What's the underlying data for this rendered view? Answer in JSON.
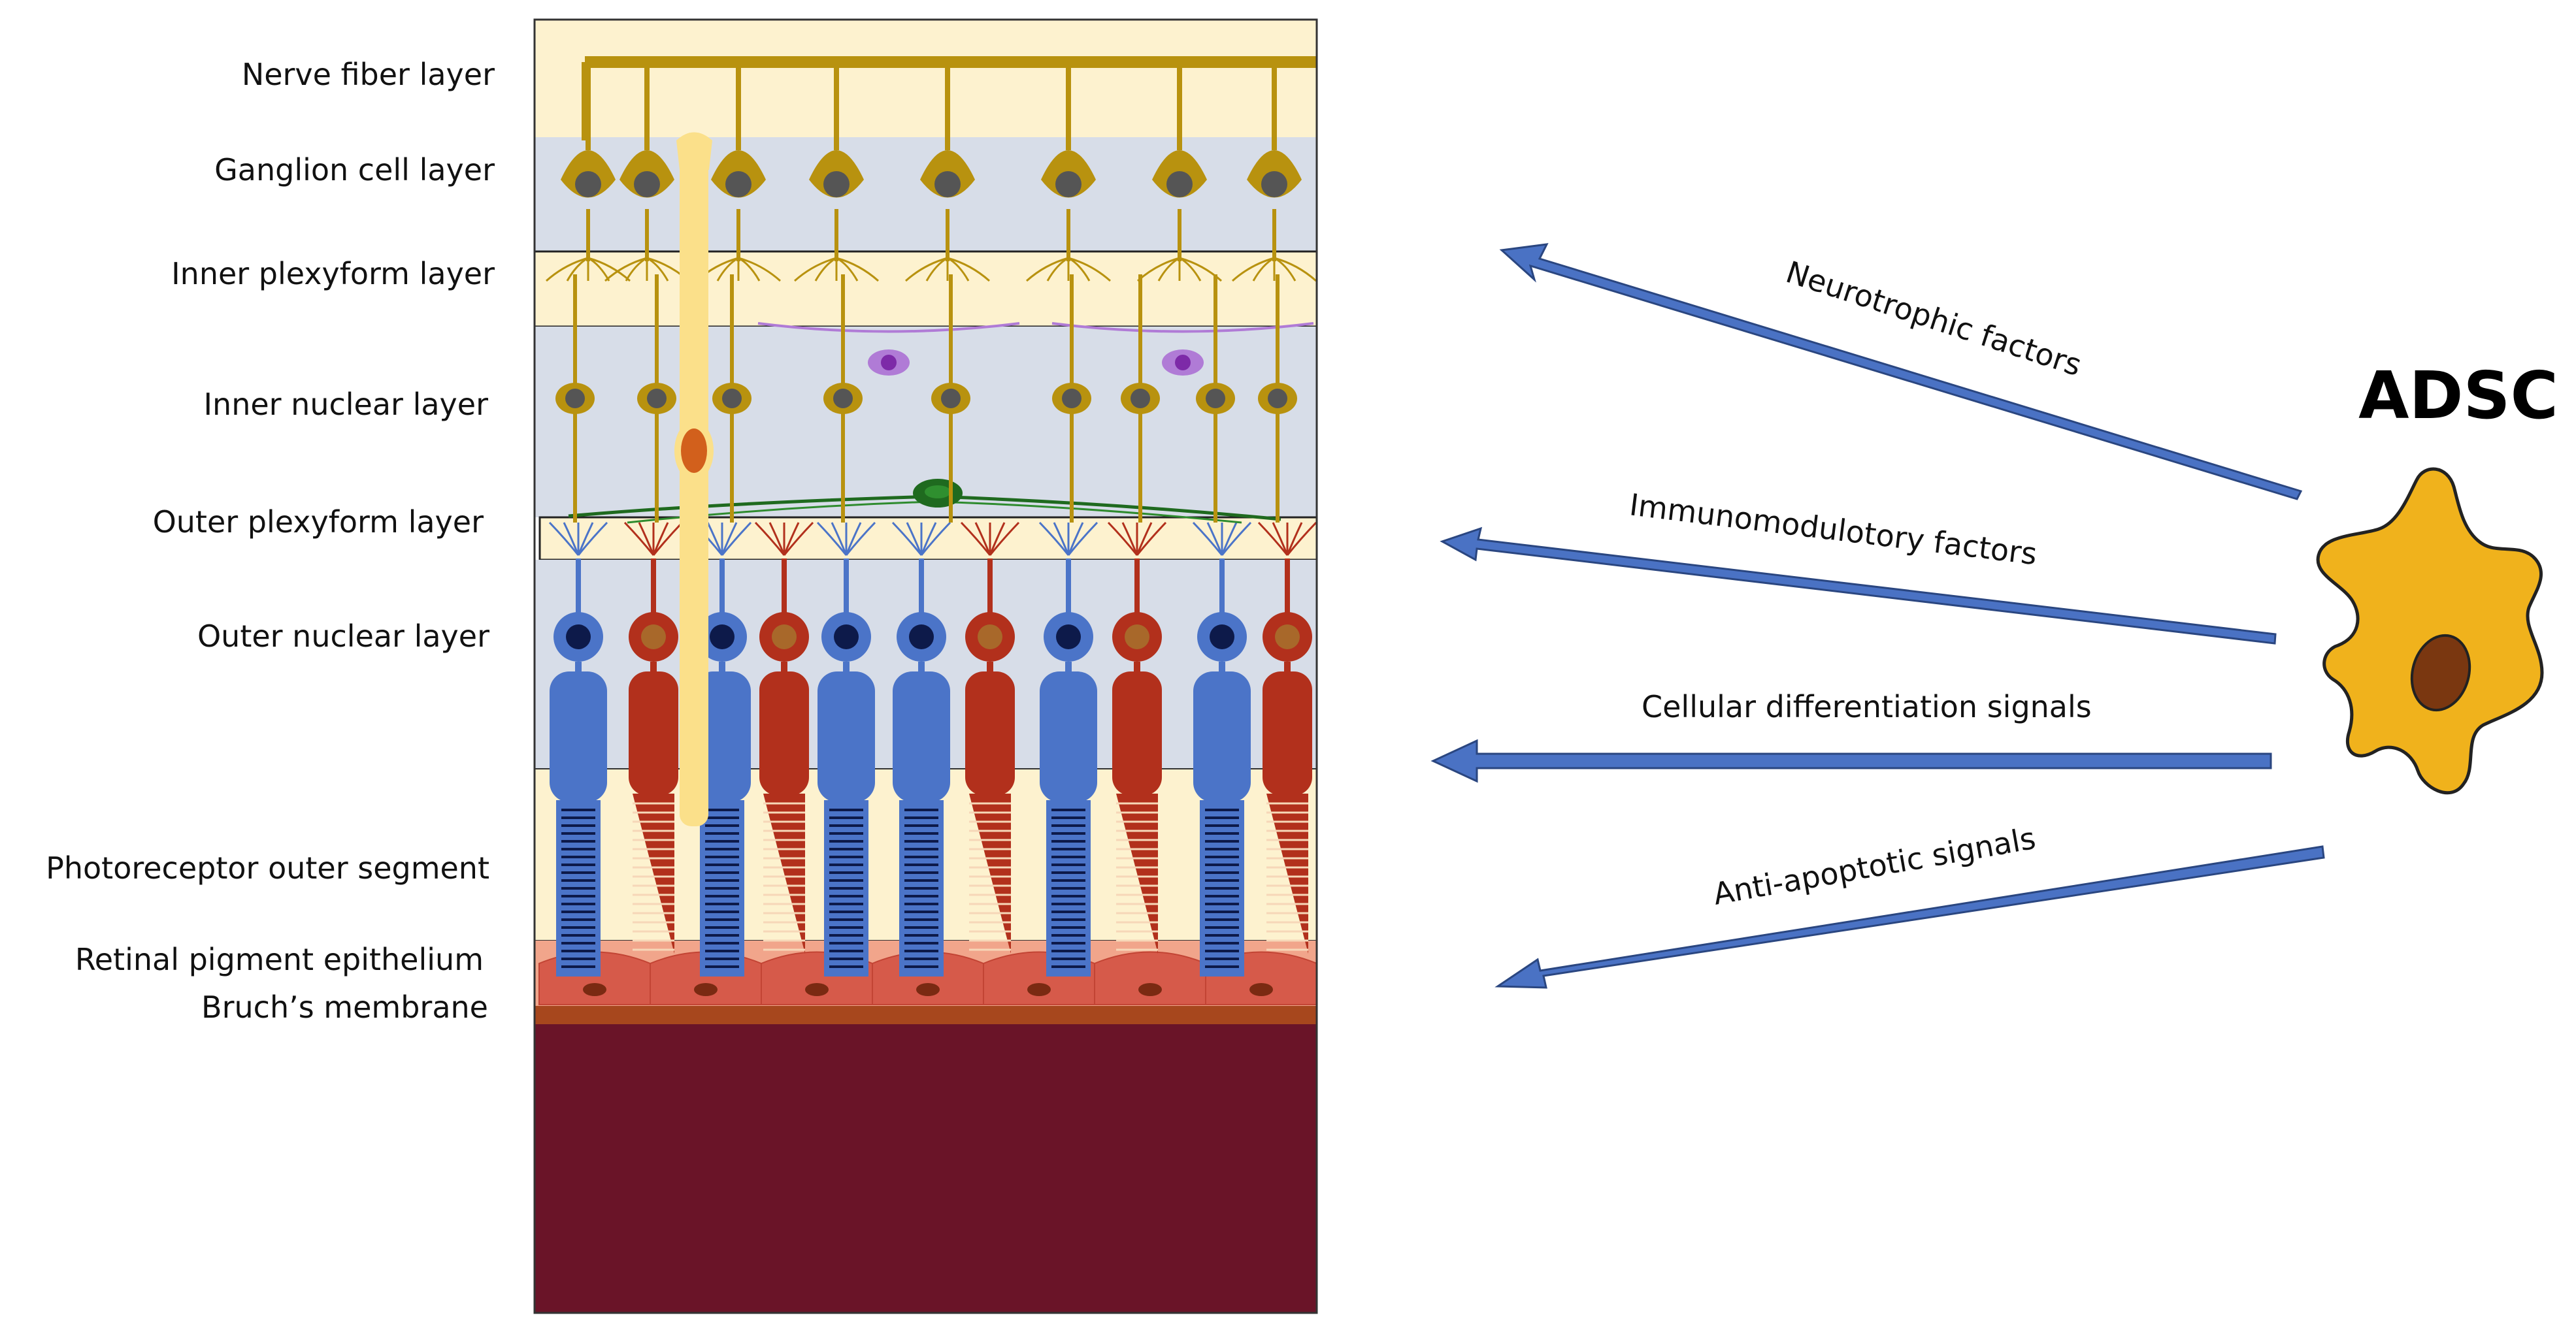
{
  "layer_labels": {
    "nerve_fiber": "Nerve fiber layer",
    "ganglion_cell": "Ganglion cell layer",
    "inner_plexiform": "Inner plexyform layer",
    "inner_nuclear": "Inner nuclear layer",
    "outer_plexiform": "Outer plexyform layer",
    "outer_nuclear": "Outer nuclear layer",
    "photoreceptor_outer_segment": "Photoreceptor outer segment",
    "rpe": "Retinal pigment epithelium",
    "bruch": "Bruch’s membrane"
  },
  "cell": {
    "title": "ADSC"
  },
  "signals": {
    "neurotrophic": "Neurotrophic factors",
    "immunomodulatory": "Immunomodulotory factors",
    "differentiation": "Cellular differentiation signals",
    "antiapoptotic": "Anti-apoptotic signals"
  },
  "colors": {
    "layer_light": "#fdf2cf",
    "layer_blue": "#d7dde8",
    "neuron_gold": "#b8920f",
    "muller_yellow": "#fbe08a",
    "rod_blue": "#4b74c8",
    "cone_red": "#b2301c",
    "rpe_red": "#d65a4a",
    "choroid": "#6a1428",
    "arrow_blue": "#4a72c4",
    "adsc_orange": "#f0b21c",
    "amacrine_purple": "#b07bd6",
    "horizontal_green": "#1f6a1f"
  }
}
